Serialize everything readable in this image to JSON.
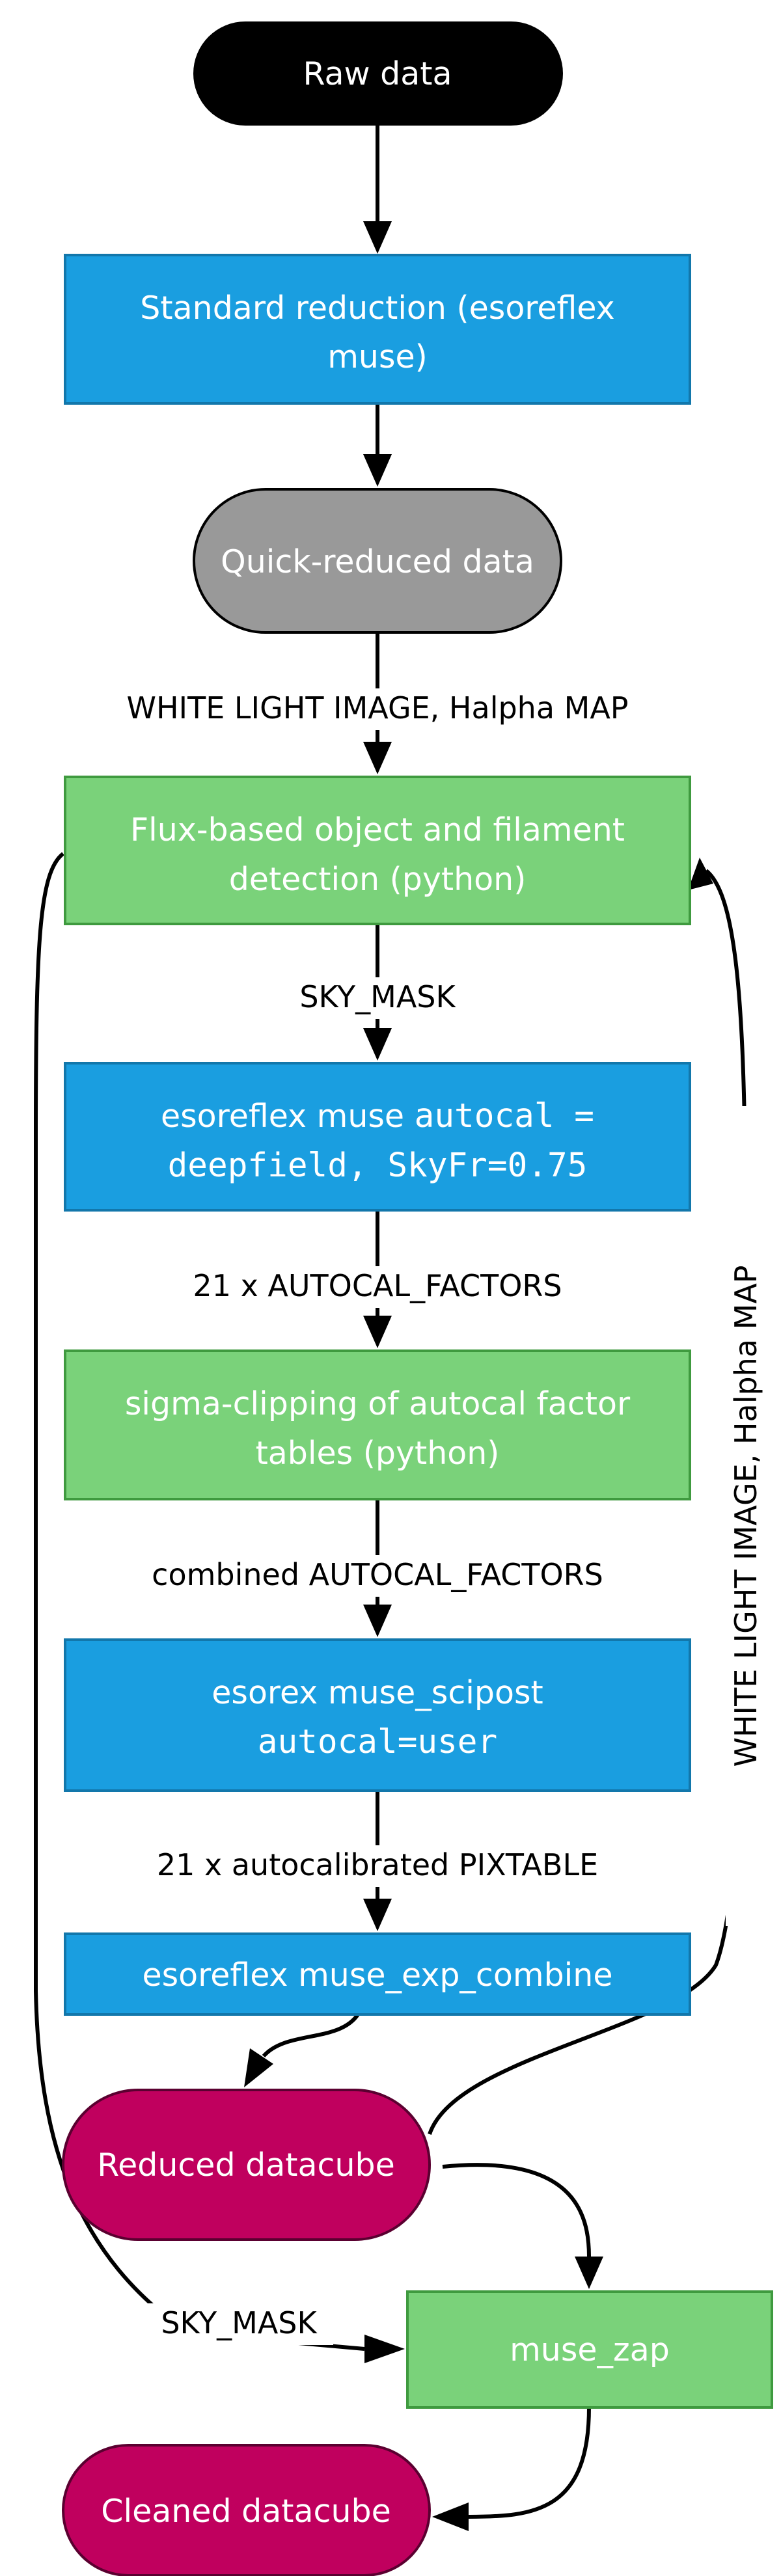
{
  "colors": {
    "start": "#000000",
    "data_grey": "#999999",
    "esoreflex_blue": "#1a9ee0",
    "python_green": "#7ad27a",
    "cube_magenta": "#c0005e",
    "edge": "#000000"
  },
  "nodes": {
    "raw_data": {
      "label": "Raw data"
    },
    "standard_reduction": {
      "line1": "Standard reduction (esoreflex",
      "line2": "muse)"
    },
    "quick_reduced": {
      "label": "Quick-reduced data"
    },
    "object_detection": {
      "line1": "Flux-based object and filament",
      "line2": "detection (python)"
    },
    "esoreflex_autocal": {
      "line1": "esoreflex muse ",
      "line1_code": "autocal =",
      "line2_code": "deepfield, SkyFr=0.75"
    },
    "sigma_clipping": {
      "line1": "sigma-clipping of autocal factor",
      "line2": "tables (python)"
    },
    "esorex_scipost": {
      "line1": "esorex muse_scipost",
      "line2_code": "autocal=user"
    },
    "exp_combine": {
      "label": "esoreflex muse_exp_combine"
    },
    "reduced_datacube": {
      "label": "Reduced datacube"
    },
    "muse_zap": {
      "label": "muse_zap"
    },
    "cleaned_datacube": {
      "label": "Cleaned datacube"
    }
  },
  "edge_labels": {
    "white_light_halpha": "WHITE LIGHT IMAGE, Halpha MAP",
    "sky_mask": "SKY_MASK",
    "autocal_factors_21": "21 x AUTOCAL_FACTORS",
    "combined_autocal": "combined AUTOCAL_FACTORS",
    "pixtable_21": "21 x autocalibrated PIXTABLE",
    "feedback_white_light": "WHITE LIGHT IMAGE, Halpha MAP",
    "sky_mask_zap": "SKY_MASK"
  }
}
